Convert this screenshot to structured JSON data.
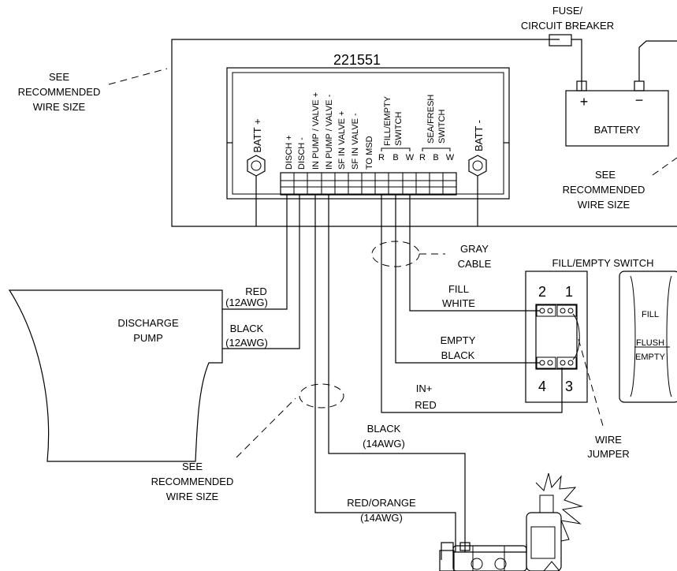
{
  "controller": {
    "part_number": "221551",
    "terminal_batt_pos": "BATT +",
    "terminal_batt_neg": "BATT -",
    "terminals": [
      "DISCH +",
      "DISCH -",
      "IN PUMP / VALVE +",
      "IN PUMP / VALVE -",
      "SF IN VALVE +",
      "SF IN VALVE -",
      "TO MSD"
    ],
    "fill_empty_group": {
      "line1": "FILL/EMPTY",
      "line2": "SWITCH",
      "pins": [
        "R",
        "B",
        "W"
      ]
    },
    "sea_fresh_group": {
      "line1": "SEA/FRESH",
      "line2": "SWITCH",
      "pins": [
        "R",
        "B",
        "W"
      ]
    }
  },
  "labels": {
    "fuse_line1": "FUSE/",
    "fuse_line2": "CIRCUIT BREAKER",
    "battery": "BATTERY",
    "battery_plus": "+",
    "battery_minus": "−",
    "see_wire_left": [
      "SEE",
      "RECOMMENDED",
      "WIRE SIZE"
    ],
    "see_wire_right": [
      "SEE",
      "RECOMMENDED",
      "WIRE SIZE"
    ],
    "see_wire_bottom": [
      "SEE",
      "RECOMMENDED",
      "WIRE SIZE"
    ],
    "gray_cable": [
      "GRAY",
      "CABLE"
    ],
    "discharge_pump": [
      "DISCHARGE",
      "PUMP"
    ],
    "red_12": [
      "RED",
      "(12AWG)"
    ],
    "black_12": [
      "BLACK",
      "(12AWG)"
    ],
    "fill_white": [
      "FILL",
      "WHITE"
    ],
    "empty_black": [
      "EMPTY",
      "BLACK"
    ],
    "in_red": [
      "IN+",
      "RED"
    ],
    "black_14": [
      "BLACK",
      "(14AWG)"
    ],
    "red_orange_14": [
      "RED/ORANGE",
      "(14AWG)"
    ],
    "wire_jumper": [
      "WIRE",
      "JUMPER"
    ],
    "fill_empty_switch_title": "FILL/EMPTY SWITCH",
    "switch_pins": [
      "2",
      "1",
      "4",
      "3"
    ],
    "rocker": [
      "FILL",
      "FLUSH",
      "EMPTY"
    ]
  }
}
